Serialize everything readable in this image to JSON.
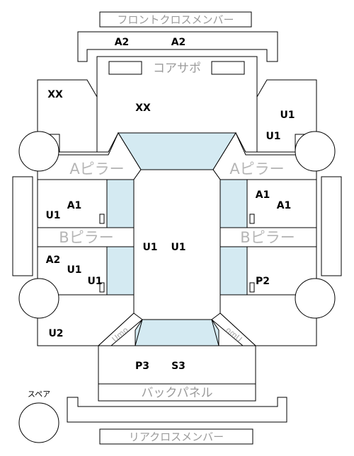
{
  "colors": {
    "glass": "#d4eaf2",
    "label_gray": "#9a9a9a",
    "pillar_gray": "#b5b5b5",
    "line": "#000000"
  },
  "parts": {
    "front_cross_member": "フロントクロスメンバー",
    "core_support": "コアサポ",
    "a_pillar": "Aピラー",
    "b_pillar": "Bピラー",
    "back_panel": "バックパネル",
    "rear_cross_member": "リアクロスメンバー",
    "spare": "スペア"
  },
  "marks": {
    "front_member_left": "A2",
    "front_member_right": "A2",
    "fender_front_left": "XX",
    "hood": "XX",
    "fender_front_right_1": "U1",
    "fender_front_right_2": "U1",
    "door_front_left_1": "A1",
    "door_front_left_2": "U1",
    "door_front_right_1": "A1",
    "door_front_right_2": "A1",
    "roof_1": "U1",
    "roof_2": "U1",
    "door_rear_left_1": "A2",
    "door_rear_left_2": "U1",
    "door_rear_left_3": "U1",
    "door_rear_right": "P2",
    "quarter_left": "U2",
    "trunk_1": "P3",
    "trunk_2": "S3"
  },
  "corner_labels": {
    "left": "Umo",
    "right": "Umo"
  }
}
